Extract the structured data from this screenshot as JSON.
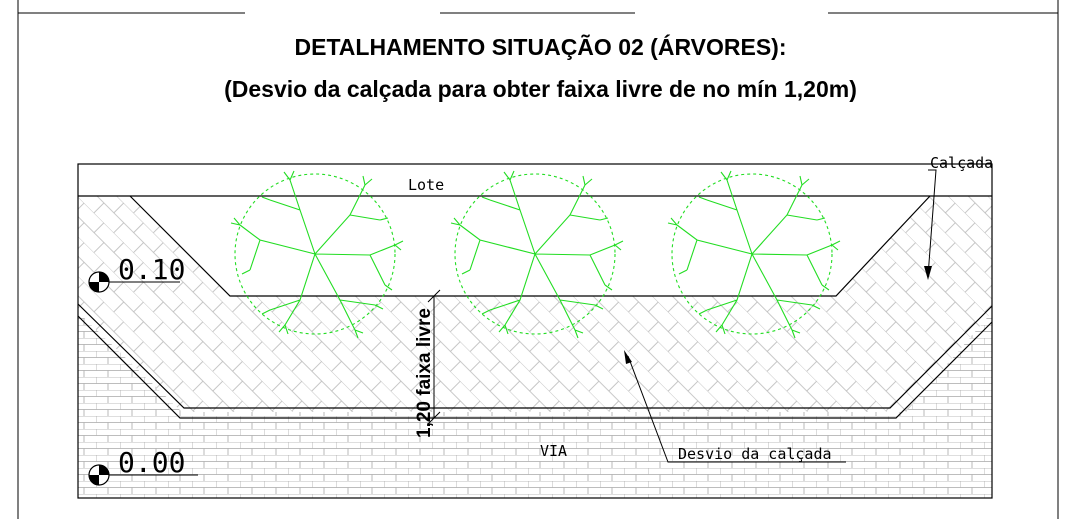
{
  "title_line1": "DETALHAMENTO SITUAÇÃO 02 (ÁRVORES):",
  "title_line2": "(Desvio da calçada para obter faixa livre de no mín 1,20m)",
  "labels": {
    "lote": "Lote",
    "calcada": "Calçada",
    "level_upper": "0.10",
    "level_lower": "0.00",
    "faixa_livre": "1,20 faixa livre",
    "via": "VIA",
    "desvio": "Desvio da calçada"
  },
  "colors": {
    "line": "#000000",
    "hatch": "#9a9a9a",
    "tree": "#22dd22"
  },
  "icons": [
    "level-marker-icon",
    "tree-symbol-icon"
  ]
}
